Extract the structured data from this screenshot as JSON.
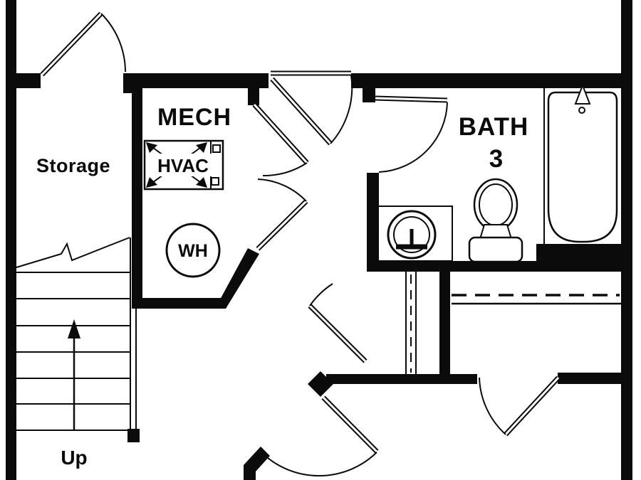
{
  "plan": {
    "background": "#ffffff",
    "line_color": "#0b0b0b",
    "rooms": {
      "storage": {
        "label": "Storage"
      },
      "mech": {
        "label": "MECH"
      },
      "bath": {
        "label_line1": "BATH",
        "label_line2": "3"
      }
    },
    "fixtures": {
      "hvac": {
        "label": "HVAC",
        "icon": "hvac-unit-icon"
      },
      "water_heater": {
        "label": "WH",
        "icon": "water-heater-icon"
      },
      "bathtub": {
        "icon": "bathtub-icon"
      },
      "toilet": {
        "icon": "toilet-icon"
      },
      "sink": {
        "icon": "sink-icon"
      }
    },
    "stairs": {
      "label": "Up",
      "direction_icon": "up-arrow-icon"
    }
  }
}
